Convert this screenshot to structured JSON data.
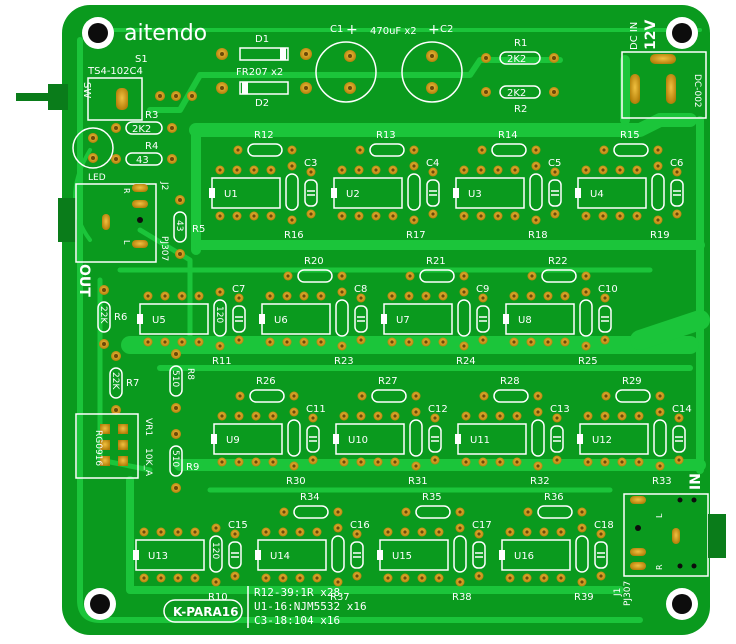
{
  "board": {
    "brand": "aitendo",
    "name": "K-PARA16",
    "notes": [
      "R12-39:1R x28",
      "U1-16:NJM5532 x16",
      "C3-18:104 x16"
    ],
    "colors": {
      "board": "#0a9a1e",
      "trace": "#1bc53a",
      "pad": "#d49a10",
      "pad_hole": "#6b4a08",
      "silk": "#ffffff",
      "hole": "#0d0d0d"
    }
  },
  "labels": {
    "sw": "SW",
    "s1": "S1",
    "s1_part": "TS4-102C4",
    "d1": "D1",
    "d2": "D2",
    "diode_part": "FR207 x2",
    "c1": "C1",
    "c2": "C2",
    "cap_part": "470uF x2",
    "r1": "R1",
    "r2": "R2",
    "r1_val": "2K2",
    "r2_val": "2K2",
    "dc_in": "DC IN",
    "dc_volt": "12V",
    "dc_part": "DC-002",
    "r3": "R3",
    "r3_val": "2K2",
    "r4": "R4",
    "r4_val": "43",
    "led": "LED",
    "j2": "J2",
    "pj307": "PJ307",
    "r5": "R5",
    "r5_val": "43",
    "out": "OUT",
    "in": "IN",
    "r6": "R6",
    "r6_val": "22K",
    "r7": "R7",
    "r7_val": "22K",
    "r8": "R8",
    "r8_val": "510",
    "r9": "R9",
    "r9_val": "510",
    "vr1": "VR1",
    "vr1_part": "RG0916",
    "vr1_val": "10K_A",
    "j1": "J1",
    "j1_part": "PJ307",
    "jack_r": "R",
    "jack_l": "L"
  },
  "stages": [
    {
      "u": "U1",
      "r_top": "R12",
      "c": "C3",
      "r_bot": "R16"
    },
    {
      "u": "U2",
      "r_top": "R13",
      "c": "C4",
      "r_bot": "R17"
    },
    {
      "u": "U3",
      "r_top": "R14",
      "c": "C5",
      "r_bot": "R18"
    },
    {
      "u": "U4",
      "r_top": "R15",
      "c": "C6",
      "r_bot": "R19"
    },
    {
      "u": "U5",
      "r_top": "",
      "c": "C7",
      "r_bot": "R11",
      "r_side": "120"
    },
    {
      "u": "U6",
      "r_top": "R20",
      "c": "C8",
      "r_bot": "R23"
    },
    {
      "u": "U7",
      "r_top": "R21",
      "c": "C9",
      "r_bot": "R24"
    },
    {
      "u": "U8",
      "r_top": "R22",
      "c": "C10",
      "r_bot": "R25"
    },
    {
      "u": "U9",
      "r_top": "R26",
      "c": "C11",
      "r_bot": "R30"
    },
    {
      "u": "U10",
      "r_top": "R27",
      "c": "C12",
      "r_bot": "R31"
    },
    {
      "u": "U11",
      "r_top": "R28",
      "c": "C13",
      "r_bot": "R32"
    },
    {
      "u": "U12",
      "r_top": "R29",
      "c": "C14",
      "r_bot": "R33"
    },
    {
      "u": "U13",
      "r_top": "",
      "c": "C15",
      "r_bot": "R10",
      "r_side": "120"
    },
    {
      "u": "U14",
      "r_top": "R34",
      "c": "C16",
      "r_bot": "R37"
    },
    {
      "u": "U15",
      "r_top": "R35",
      "c": "C17",
      "r_bot": "R38"
    },
    {
      "u": "U16",
      "r_top": "R36",
      "c": "C18",
      "r_bot": "R39"
    }
  ]
}
